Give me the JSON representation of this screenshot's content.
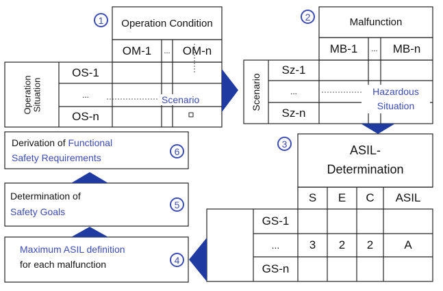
{
  "steps": [
    "1",
    "2",
    "3",
    "4",
    "5",
    "6"
  ],
  "operation_table": {
    "header": "Operation Condition",
    "om_first": "OM-1",
    "om_dots": "...",
    "om_last": "OM-n",
    "row_header": "Operation Situation",
    "os_first": "OS-1",
    "os_dots": "...",
    "os_last": "OS-n",
    "scenario_label": "Scenario"
  },
  "malfunction_table": {
    "header": "Malfunction",
    "mb_first": "MB-1",
    "mb_dots": "...",
    "mb_last": "MB-n",
    "row_header": "Scenario",
    "sz_first": "Sz-1",
    "sz_dots": "...",
    "sz_last": "Sz-n",
    "hazard_label_1": "Hazardous",
    "hazard_label_2": "Situation"
  },
  "asil_table": {
    "title_1": "ASIL-",
    "title_2": "Determination",
    "columns": [
      "S",
      "E",
      "C",
      "ASIL"
    ],
    "gs_first": "GS-1",
    "gs_dots": "...",
    "gs_last": "GS-n",
    "values": [
      "3",
      "2",
      "2",
      "A"
    ]
  },
  "boxes": {
    "derivation_prefix": "Derivation of",
    "derivation_blue_1": "Functional",
    "derivation_blue_2": "Safety Requirements",
    "goals_prefix": "Determination of",
    "goals_blue": "Safety Goals",
    "asil_def_blue": "Maximum ASIL definition",
    "asil_def_rest": "for each malfunction"
  },
  "colors": {
    "accent": "#3b4bb5",
    "arrow": "#1f3aa0",
    "line": "#222222"
  }
}
